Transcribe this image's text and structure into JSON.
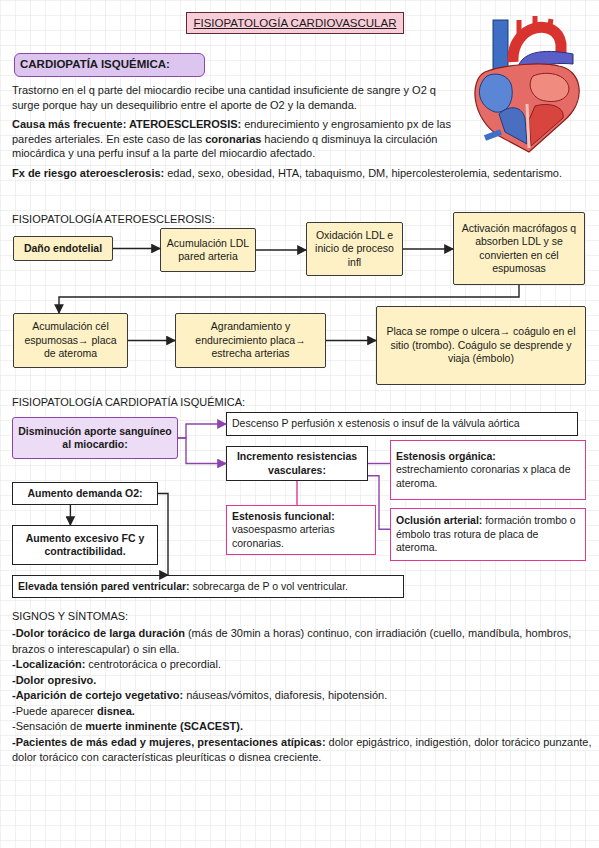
{
  "diagram": {
    "title": "FISIOPATOLOGÍA CARDIOVASCULAR",
    "nodes": [
      {
        "text": [
          "CARDIOPATÍA ISQUÉMICA:"
        ]
      },
      {
        "text": [
          "Daño endotelial"
        ]
      },
      {
        "text": [
          "Acumulación LDL pared arteria"
        ]
      },
      {
        "text": [
          "Oxidación LDL e inicio de proceso infl"
        ]
      },
      {
        "text": [
          "Activación macrófagos q absorben LDL y se convierten en cél espumosas"
        ]
      },
      {
        "text": [
          "Acumulación cél espumosas→ placa de ateroma"
        ]
      },
      {
        "text": [
          "Agrandamiento y endurecimiento placa→ estrecha arterias"
        ]
      },
      {
        "text": [
          "Placa se rompe o ulcera→ coágulo en el sitio (trombo). Coágulo se desprende y viaja (émbolo)"
        ]
      },
      {
        "text": [
          "Disminución aporte sanguíneo al miocardio:"
        ]
      },
      {
        "text": [
          "Descenso P perfusión x estenosis o insuf de la válvula aórtica"
        ]
      },
      {
        "text": [
          "Incremento resistencias vasculares:"
        ]
      },
      {
        "text": [
          "Estenosis orgánica:",
          "estrechamiento coronarias x placa de ateroma."
        ]
      },
      {
        "text": [
          "Aumento demanda O2:"
        ]
      },
      {
        "text": [
          "Estenosis funcional:",
          "vasoespasmo arterias coronarias."
        ]
      },
      {
        "text": [
          "Oclusión arterial:",
          "formación trombo o émbolo tras rotura de placa de ateroma."
        ]
      },
      {
        "text": [
          "Aumento excesivo FC y contractibilidad."
        ]
      },
      {
        "text": [
          "Elevada tensión pared ventricular:",
          "sobrecarga de P o vol ventricular."
        ]
      }
    ],
    "edges": [
      {
        "from": 1,
        "to": 2,
        "arrow": "to"
      },
      {
        "from": 2,
        "to": 3,
        "arrow": "to"
      },
      {
        "from": 3,
        "to": 4,
        "arrow": "to"
      },
      {
        "from": 4,
        "to": 5,
        "arrow": "to"
      },
      {
        "from": 5,
        "to": 6,
        "arrow": "to"
      },
      {
        "from": 6,
        "to": 7,
        "arrow": "to"
      },
      {
        "from": 8,
        "to": 9,
        "arrow": "to"
      },
      {
        "from": 8,
        "to": 10,
        "arrow": "to"
      },
      {
        "from": 10,
        "to": 11,
        "arrow": "none"
      },
      {
        "from": 10,
        "to": 13,
        "arrow": "none"
      },
      {
        "from": 10,
        "to": 14,
        "arrow": "none"
      },
      {
        "from": 12,
        "to": 15,
        "arrow": "to"
      },
      {
        "from": 12,
        "to": 16,
        "arrow": "to"
      }
    ],
    "labels": [
      "Trastorno en el q parte del miocardio recibe una cantidad insuficiente de sangre y O2 q surge porque hay un desequilibrio entre el aporte de O2 y la demanda.",
      "Causa más frecuente: ATEROESCLEROSIS:",
      "endurecimiento y engrosamiento px de las paredes arteriales. En este caso de las",
      "coronarias",
      "haciendo q disminuya la circulación miocárdica y una perfu insuf a la parte del miocardio afectado.",
      "Fx de riesgo ateroesclerosis:",
      "edad, sexo, obesidad, HTA, tabaquismo, DM, hipercolesterolemia, sedentarismo.",
      "FISIOPATOLOGÍA ATEROESCLEROSIS:",
      "FISIOPATOLOGÍA CARDIOPATÍA ISQUÉMICA:",
      "SIGNOS Y SÍNTOMAS:",
      "-Dolor torácico de larga duración",
      "(más de 30min a horas) continuo, con irradiación (cuello, mandíbula, hombros, brazos o interescapular) o sin ella.",
      "-Localización:",
      "centrotorácica o precordial.",
      "-Dolor opresivo.",
      "-Aparición de cortejo vegetativo:",
      "náuseas/vómitos, diaforesis, hipotensión.",
      "-Puede aparecer",
      "disnea.",
      "-Sensación de",
      "muerte inminente (SCACEST).",
      "-Pacientes de más edad y mujeres, presentaciones atípicas:",
      "dolor epigástrico, indigestión, dolor torácico punzante, dolor torácico con características pleuríticas o disnea creciente."
    ]
  }
}
